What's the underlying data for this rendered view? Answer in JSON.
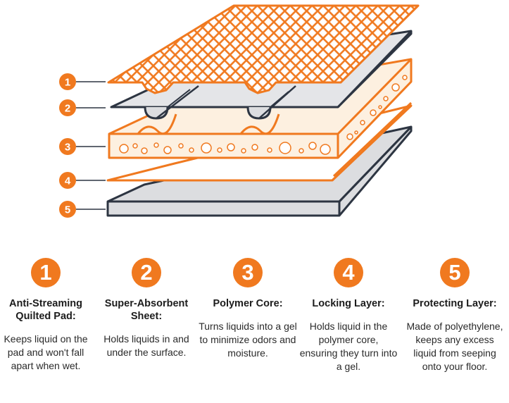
{
  "callouts": [
    "1",
    "2",
    "3",
    "4",
    "5"
  ],
  "layers": [
    {
      "number": "1",
      "title": "Anti-Streaming Quilted Pad:",
      "description": "Keeps liquid on the pad and won't fall apart when wet."
    },
    {
      "number": "2",
      "title": "Super-Absorbent Sheet:",
      "description": "Holds liquids in and under the surface."
    },
    {
      "number": "3",
      "title": "Polymer Core:",
      "description": "Turns liquids into a gel to minimize odors and moisture."
    },
    {
      "number": "4",
      "title": "Locking Layer:",
      "description": "Holds liquid in the polymer core, ensuring they turn into a gel."
    },
    {
      "number": "5",
      "title": "Protecting Layer:",
      "description": "Made of polyethylene, keeps any excess liquid from seeping onto your floor."
    }
  ],
  "colors": {
    "accent": "#f0791f",
    "dark_outline": "#2d3542",
    "grey_fill": "#dcdde0",
    "core_fill": "#fdf0e0"
  }
}
